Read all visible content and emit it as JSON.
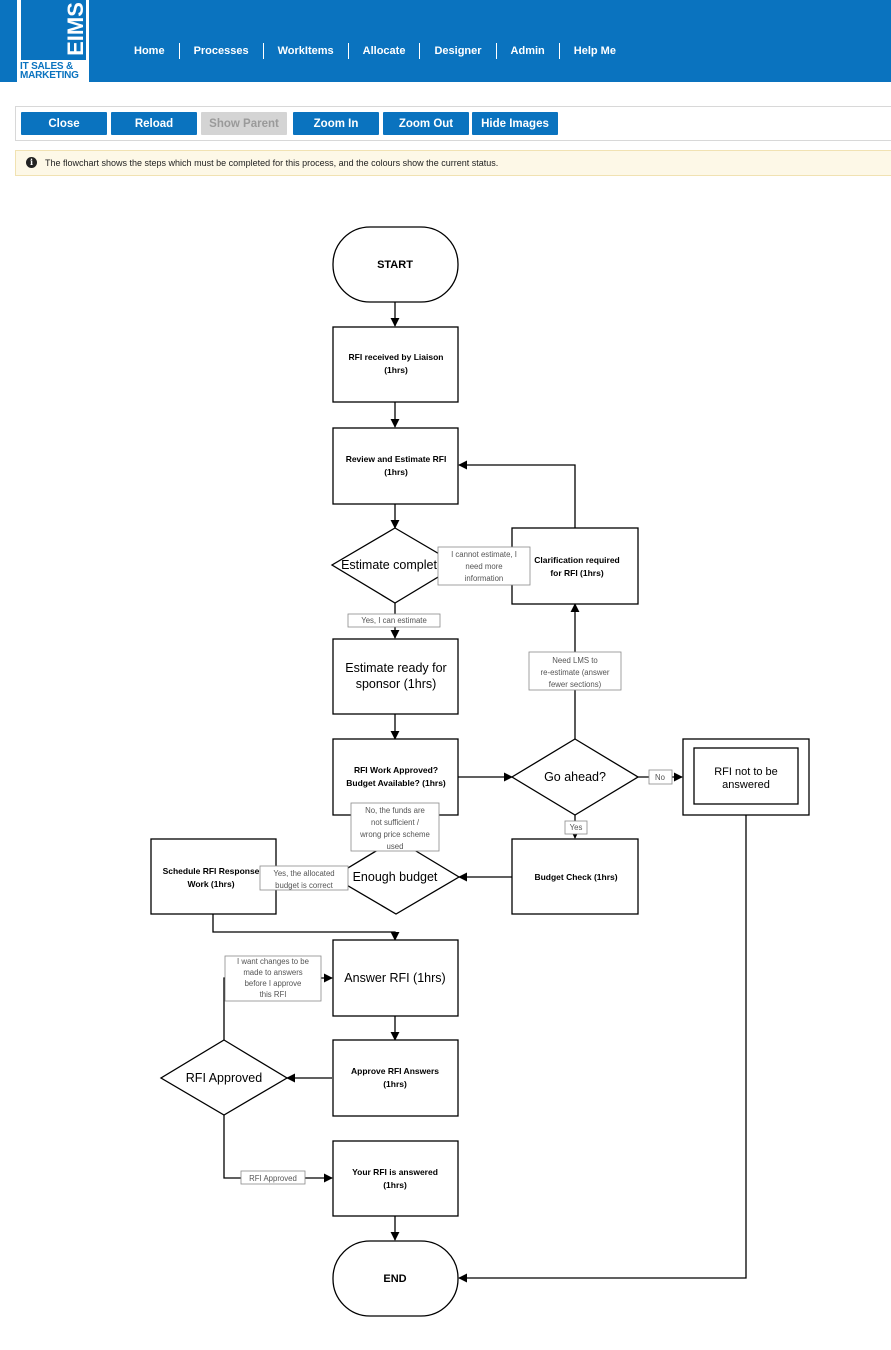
{
  "logo": {
    "brand": "EIMS",
    "subtitle_line1": "IT SALES &",
    "subtitle_line2": "MARKETING"
  },
  "nav": {
    "items": [
      "Home",
      "Processes",
      "WorkItems",
      "Allocate",
      "Designer",
      "Admin",
      "Help Me"
    ]
  },
  "toolbar": {
    "close": "Close",
    "reload": "Reload",
    "show_parent": "Show Parent",
    "zoom_in": "Zoom In",
    "zoom_out": "Zoom Out",
    "hide_images": "Hide Images"
  },
  "info": {
    "message": "The flowchart shows the steps which must be completed for this process, and the colours show the current status."
  },
  "flowchart": {
    "start": "START",
    "end": "END",
    "steps": {
      "rfi_received": [
        "RFI received by Liaison",
        "(1hrs)"
      ],
      "review_estimate": [
        "Review and Estimate RFI",
        "(1hrs)"
      ],
      "clarification": [
        "Clarification required",
        "for RFI (1hrs)"
      ],
      "estimate_ready": [
        "Estimate ready for",
        "sponsor (1hrs)"
      ],
      "work_approved": [
        "RFI Work Approved?",
        "Budget Available? (1hrs)"
      ],
      "not_answered": [
        "RFI not to be",
        "answered"
      ],
      "schedule_work": [
        "Schedule RFI Response",
        "Work (1hrs)"
      ],
      "budget_check": [
        "Budget Check (1hrs)"
      ],
      "answer_rfi": [
        "Answer RFI (1hrs)"
      ],
      "approve_answers": [
        "Approve RFI Answers",
        "(1hrs)"
      ],
      "rfi_answered": [
        "Your RFI is answered",
        "(1hrs)"
      ]
    },
    "decisions": {
      "estimate_complete": "Estimate complet",
      "go_ahead": "Go ahead?",
      "enough_budget": "Enough budget",
      "rfi_approved": "RFI Approved"
    },
    "labels": {
      "cannot_estimate": [
        "I cannot estimate, I",
        "need more",
        "information"
      ],
      "can_estimate": "Yes, I can estimate",
      "need_lms": [
        "Need LMS to",
        "re-estimate (answer",
        "fewer sections)"
      ],
      "no": "No",
      "yes": "Yes",
      "funds_insufficient": [
        "No, the funds are",
        "not sufficient /",
        "wrong price scheme",
        "used"
      ],
      "budget_correct": [
        "Yes, the allocated",
        "budget is correct"
      ],
      "want_changes": [
        "I want changes to be",
        "made to answers",
        "before I approve",
        "this RFI"
      ],
      "rfi_approved": "RFI Approved"
    }
  }
}
